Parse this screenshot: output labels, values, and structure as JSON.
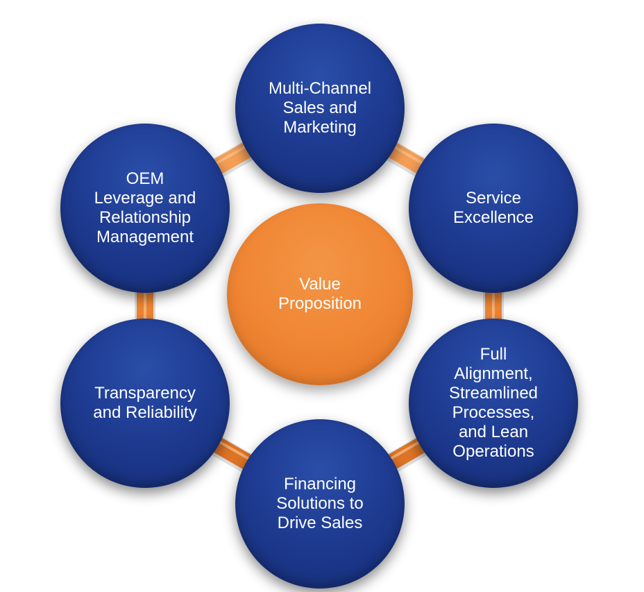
{
  "diagram": {
    "center": {
      "label": "Value\nProposition",
      "color": "#ef8533"
    },
    "nodes": [
      {
        "id": "multi-channel",
        "label": "Multi-Channel\nSales and\nMarketing"
      },
      {
        "id": "service-excellence",
        "label": "Service\nExcellence"
      },
      {
        "id": "full-alignment",
        "label": "Full\nAlignment,\nStreamlined\nProcesses,\nand Lean\nOperations"
      },
      {
        "id": "financing",
        "label": "Financing\nSolutions to\nDrive Sales"
      },
      {
        "id": "transparency",
        "label": "Transparency\nand Reliability"
      },
      {
        "id": "oem-leverage",
        "label": "OEM\nLeverage and\nRelationship\nManagement"
      }
    ],
    "colors": {
      "node_blue": "#1f3c93",
      "ring_orange": "#ef8533",
      "center_orange": "#ef8533"
    }
  }
}
